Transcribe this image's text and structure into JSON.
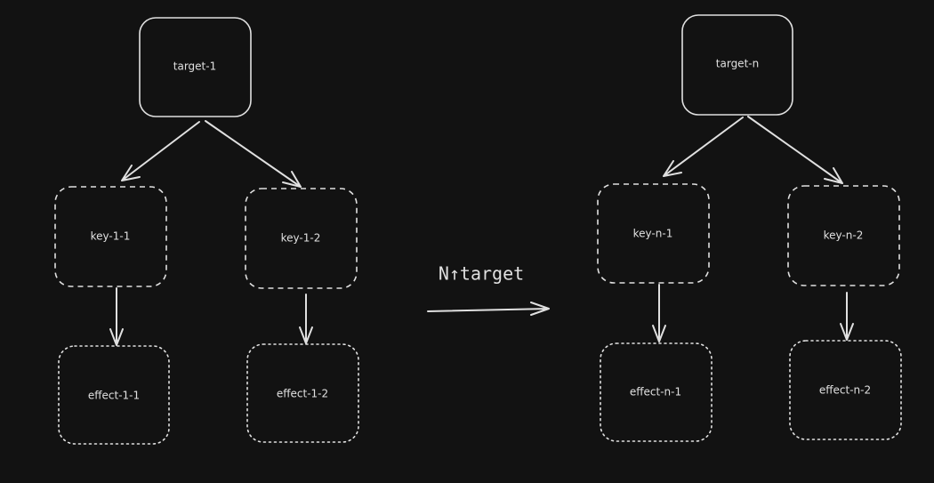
{
  "nodes": {
    "target_1": "target-1",
    "target_n": "target-n",
    "key_1_1": "key-1-1",
    "key_1_2": "key-1-2",
    "key_n_1": "key-n-1",
    "key_n_2": "key-n-2",
    "effect_1_1": "effect-1-1",
    "effect_1_2": "effect-1-2",
    "effect_n_1": "effect-n-1",
    "effect_n_2": "effect-n-2"
  },
  "transition_label": "N↑target",
  "colors": {
    "background": "#121212",
    "stroke": "#e0e0e0"
  }
}
